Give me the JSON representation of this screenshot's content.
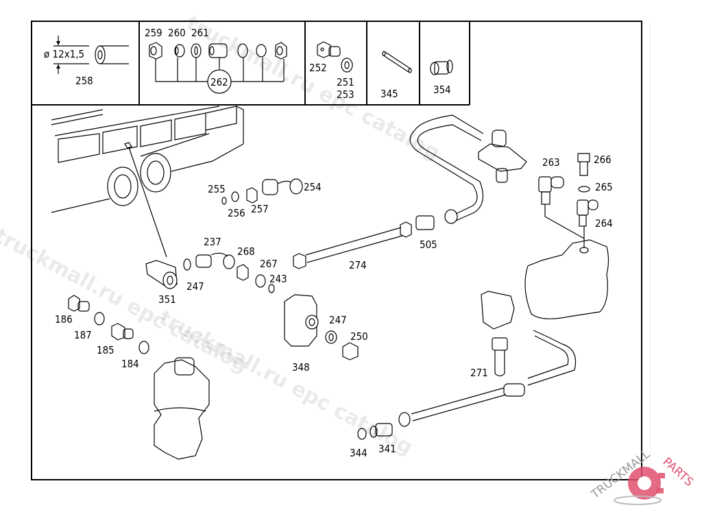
{
  "diagram": {
    "type": "exploded parts diagram",
    "subject": "compressed air line / air compressor fittings",
    "header_cells": [
      {
        "id": "258",
        "labels": [
          "258"
        ],
        "dimension": "ø 12x1,5"
      },
      {
        "id": "262",
        "labels": [
          "259",
          "260",
          "261"
        ],
        "group_label": "262"
      },
      {
        "id": "251-253",
        "labels": [
          "252",
          "251",
          "253"
        ]
      },
      {
        "id": "345",
        "labels": [
          "345"
        ]
      },
      {
        "id": "354",
        "labels": [
          "354"
        ]
      }
    ],
    "callouts": {
      "c255": "255",
      "c256": "256",
      "c257": "257",
      "c254": "254",
      "c237": "237",
      "c268": "268",
      "c267": "267",
      "c243": "243",
      "c247a": "247",
      "c351": "351",
      "c186": "186",
      "c187": "187",
      "c185": "185",
      "c184": "184",
      "c247b": "247",
      "c250": "250",
      "c348": "348",
      "c274": "274",
      "c505": "505",
      "c263": "263",
      "c266": "266",
      "c265": "265",
      "c264": "264",
      "c271": "271",
      "c344": "344",
      "c341": "341"
    }
  },
  "watermarks": {
    "text1": "truckmall.ru epc catalog",
    "text2": "truckmall.ru epc catalog",
    "text3": "truckmall.ru epc catalog"
  },
  "logo": {
    "brand_left": "TRUCKMALL",
    "brand_right": "PARTS",
    "colors": {
      "accent": "#e0506e",
      "gray": "#9a9a9a"
    }
  }
}
